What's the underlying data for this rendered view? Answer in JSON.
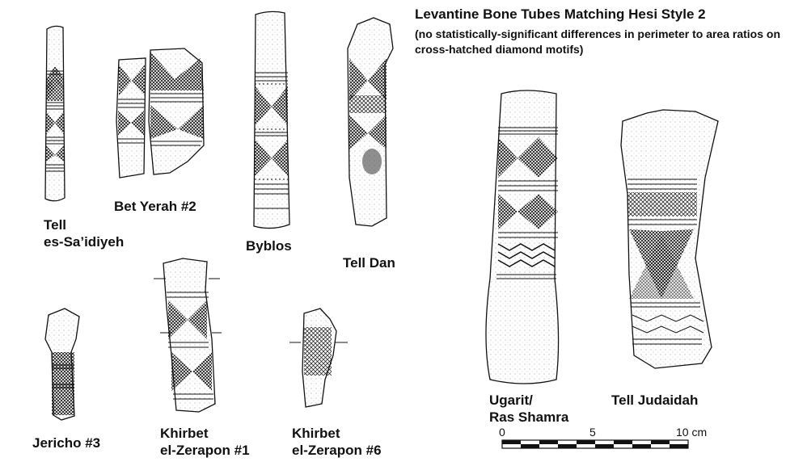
{
  "title": "Levantine Bone Tubes Matching Hesi Style 2",
  "subtitle": "(no statistically-significant differences in perimeter to area ratios on cross-hatched diamond motifs)",
  "labels": {
    "tell_es_saidiyeh": "Tell\nes-Sa’idiyeh",
    "bet_yerah": "Bet Yerah #2",
    "byblos": "Byblos",
    "tell_dan": "Tell Dan",
    "ugarit": "Ugarit/\nRas Shamra",
    "tell_judaidah": "Tell Judaidah",
    "jericho": "Jericho #3",
    "khirbet_1": "Khirbet\nel-Zerapon #1",
    "khirbet_6": "Khirbet\nel-Zerapon #6"
  },
  "scale_bar": {
    "ticks": [
      "0",
      "5",
      "10 cm"
    ]
  }
}
